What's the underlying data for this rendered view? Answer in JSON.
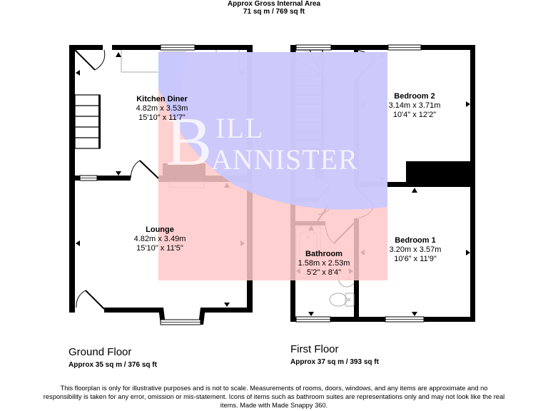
{
  "header": {
    "title": "Approx Gross Internal Area",
    "area": "71 sq m / 769 sq ft"
  },
  "floors": [
    {
      "name": "Ground Floor",
      "area": "Approx 35 sq m / 376 sq ft",
      "rooms": [
        {
          "name": "Kitchen Diner",
          "metric": "4.82m x 3.53m",
          "imperial": "15'10\" x 11'7\""
        },
        {
          "name": "Lounge",
          "metric": "4.82m x 3.49m",
          "imperial": "15'10\" x 11'5\""
        }
      ]
    },
    {
      "name": "First Floor",
      "area": "Approx 37 sq m / 393 sq ft",
      "rooms": [
        {
          "name": "Bedroom 2",
          "metric": "3.14m x 3.71m",
          "imperial": "10'4\" x 12'2\""
        },
        {
          "name": "Bedroom 1",
          "metric": "3.20m x 3.57m",
          "imperial": "10'6\" x 11'9\""
        },
        {
          "name": "Bathroom",
          "metric": "1.58m x 2.53m",
          "imperial": "5'2\" x 8'4\""
        }
      ]
    }
  ],
  "watermark": {
    "line1_initial": "B",
    "line1_rest": "ILL",
    "line2_rest": "ANNISTER",
    "colors": {
      "blue": "#c8c8ff",
      "pink": "#ffc8c8"
    }
  },
  "disclaimer": "This floorplan is only for illustrative purposes and is not to scale. Measurements of rooms, doors, windows, and any items are approximate and no responsibility is taken for any error, omission or mis-statement. Icons of items such as bathroom suites are representations only and may not look like the real items. Made with Made Snappy 360."
}
